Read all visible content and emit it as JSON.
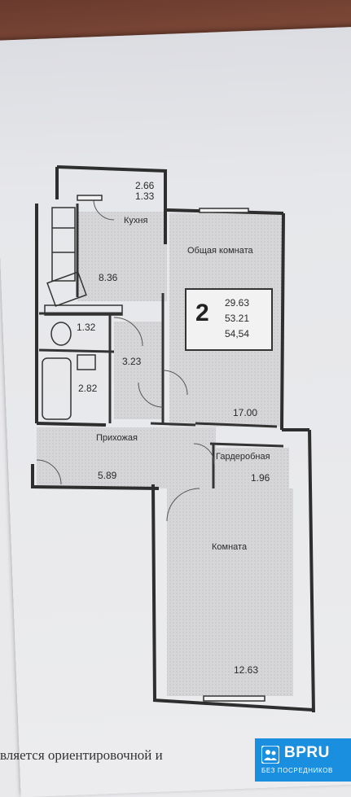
{
  "plan": {
    "rooms": [
      {
        "id": "balcony",
        "label": "",
        "areas": [
          "2.66",
          "1.33"
        ]
      },
      {
        "id": "kitchen",
        "label": "Кухня",
        "area": "8.36"
      },
      {
        "id": "living",
        "label": "Общая комната",
        "area": "17.00"
      },
      {
        "id": "toilet",
        "label": "",
        "area": "1.32"
      },
      {
        "id": "corridor",
        "label": "",
        "area": "3.23"
      },
      {
        "id": "bathroom",
        "label": "",
        "area": "2.82"
      },
      {
        "id": "hall",
        "label": "Прихожая",
        "area": "5.89"
      },
      {
        "id": "wardrobe",
        "label": "Гардеробная",
        "area": "1.96"
      },
      {
        "id": "bedroom",
        "label": "Комната",
        "area": "12.63"
      }
    ],
    "summary": {
      "rooms_count": "2",
      "living_area": "29.63",
      "total_area": "53.21",
      "total_with_balcony": "54,54"
    }
  },
  "footer_text": "вляется ориентировочной и",
  "badge": {
    "title": "BPRU",
    "subtitle": "БЕЗ ПОСРЕДНИКОВ",
    "logo_icon": "people-icon",
    "color": "#1a8fe0"
  }
}
